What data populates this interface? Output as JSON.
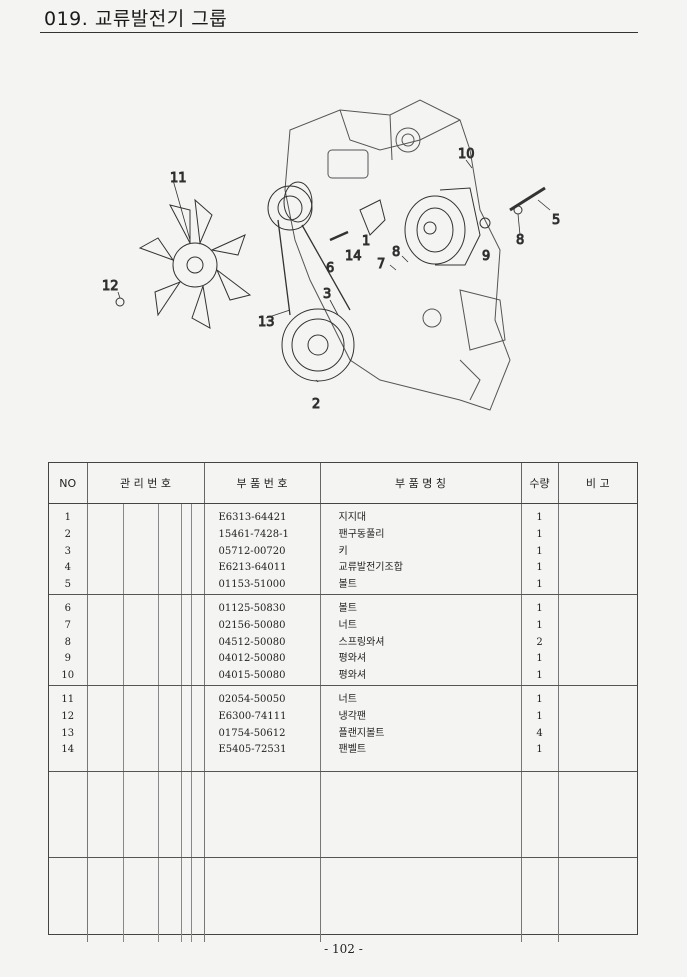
{
  "header": {
    "title": "019. 교류발전기 그룹"
  },
  "diagram": {
    "callouts": [
      "1",
      "2",
      "3",
      "5",
      "6",
      "7",
      "8",
      "8",
      "9",
      "10",
      "11",
      "12",
      "13",
      "14"
    ]
  },
  "table": {
    "headers": {
      "no": "NO",
      "mgmt": "관 리 번 호",
      "part_no": "부 품 번 호",
      "name": "부   품   명   칭",
      "qty": "수량",
      "remarks": "비   고"
    },
    "groups": [
      [
        {
          "no": "1",
          "part_no": "E6313-64421",
          "name": "지지대",
          "qty": "1"
        },
        {
          "no": "2",
          "part_no": "15461-7428-1",
          "name": "팬구동풀리",
          "qty": "1"
        },
        {
          "no": "3",
          "part_no": "05712-00720",
          "name": "키",
          "qty": "1"
        },
        {
          "no": "4",
          "part_no": "E6213-64011",
          "name": "교류발전기조합",
          "qty": "1"
        },
        {
          "no": "5",
          "part_no": "01153-51000",
          "name": "볼트",
          "qty": "1"
        }
      ],
      [
        {
          "no": "6",
          "part_no": "01125-50830",
          "name": "볼트",
          "qty": "1"
        },
        {
          "no": "7",
          "part_no": "02156-50080",
          "name": "너트",
          "qty": "1"
        },
        {
          "no": "8",
          "part_no": "04512-50080",
          "name": "스프링와셔",
          "qty": "2"
        },
        {
          "no": "9",
          "part_no": "04012-50080",
          "name": "평와셔",
          "qty": "1"
        },
        {
          "no": "10",
          "part_no": "04015-50080",
          "name": "평와셔",
          "qty": "1"
        }
      ],
      [
        {
          "no": "11",
          "part_no": "02054-50050",
          "name": "너트",
          "qty": "1"
        },
        {
          "no": "12",
          "part_no": "E6300-74111",
          "name": "냉각팬",
          "qty": "1"
        },
        {
          "no": "13",
          "part_no": "01754-50612",
          "name": "플랜지볼트",
          "qty": "4"
        },
        {
          "no": "14",
          "part_no": "E5405-72531",
          "name": "팬벨트",
          "qty": "1"
        }
      ],
      [],
      []
    ]
  },
  "footer": {
    "page_number": "- 102 -"
  }
}
